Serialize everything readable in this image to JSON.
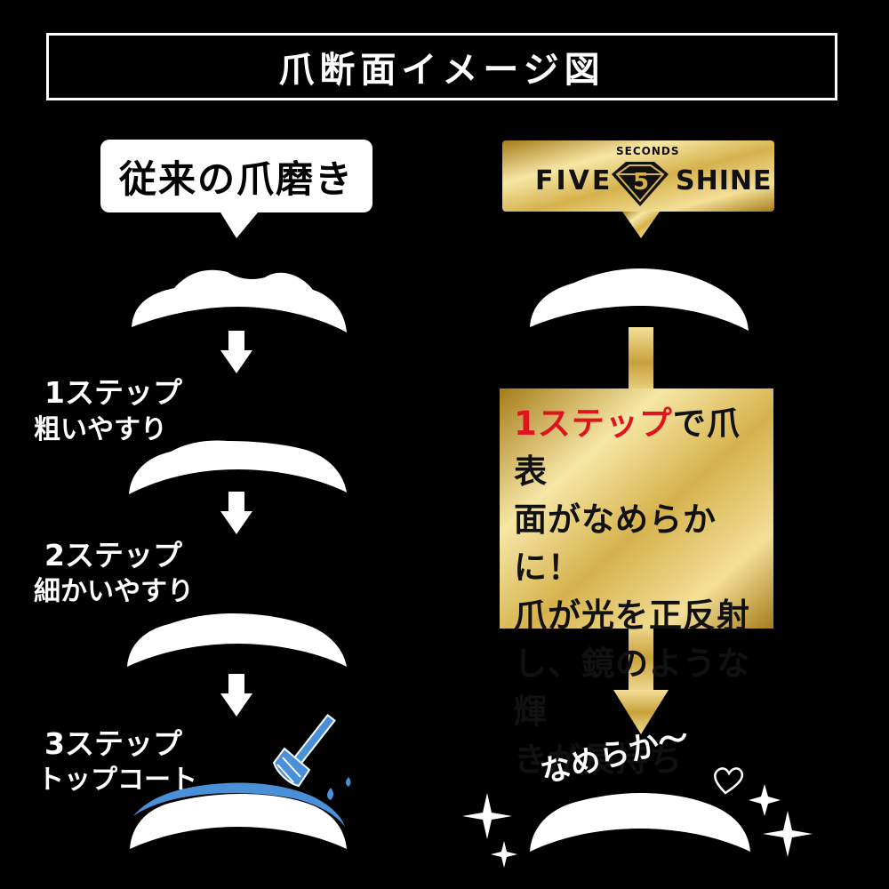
{
  "title": "爪断面イメージ図",
  "left": {
    "heading": "従来の爪磨き",
    "steps": [
      {
        "label": "1ステップ",
        "sub": "粗いやすり"
      },
      {
        "label": "2ステップ",
        "sub": "細かいやすり"
      },
      {
        "label": "3ステップ",
        "sub": "トップコート"
      }
    ]
  },
  "right": {
    "brand": {
      "top": "SECONDS",
      "left": "FIVE",
      "center": "5",
      "right": "SHINE"
    },
    "highlight": "1ステップ",
    "description": [
      "で爪表",
      "面がなめらかに！",
      "爪が光を正反射",
      "し、鏡のような輝",
      "きが長持ち"
    ],
    "result_label": "なめらか～"
  },
  "colors": {
    "background": "#000000",
    "gold_light": "#f6e7a6",
    "gold_dark": "#a67c1a",
    "highlight_red": "#e0141e",
    "topcoat_blue": "#4a90d9"
  },
  "icons": [
    "down-arrow-icon",
    "brush-icon",
    "heart-icon",
    "sparkle-icon",
    "diamond-icon"
  ]
}
